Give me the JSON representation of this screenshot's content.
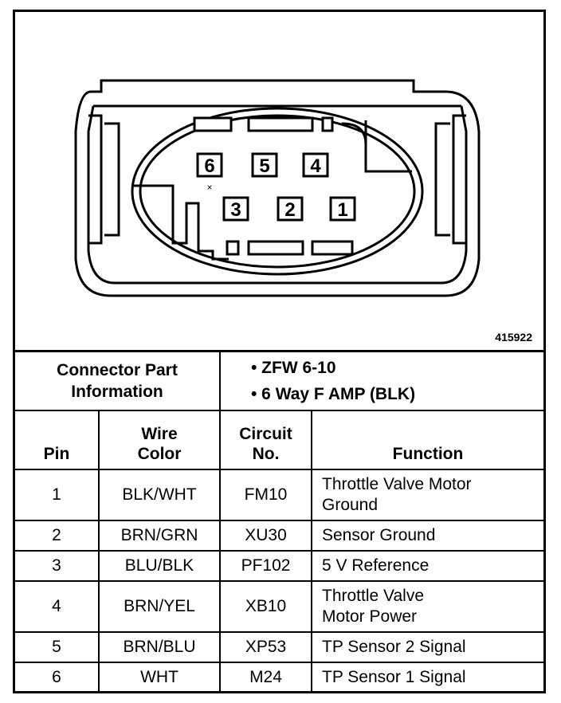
{
  "figure_id": "415922",
  "pins_diagram": [
    "6",
    "5",
    "4",
    "3",
    "2",
    "1"
  ],
  "connector_info": {
    "label_line1": "Connector Part",
    "label_line2": "Information",
    "items": [
      "• ZFW 6-10",
      "• 6 Way F AMP (BLK)"
    ]
  },
  "headers": {
    "pin": "Pin",
    "wire_color_1": "Wire",
    "wire_color_2": "Color",
    "circuit_1": "Circuit",
    "circuit_2": "No.",
    "function": "Function"
  },
  "rows": [
    {
      "pin": "1",
      "wire": "BLK/WHT",
      "circuit": "FM10",
      "function_1": "Throttle Valve Motor",
      "function_2": "Ground"
    },
    {
      "pin": "2",
      "wire": "BRN/GRN",
      "circuit": "XU30",
      "function_1": "Sensor Ground",
      "function_2": ""
    },
    {
      "pin": "3",
      "wire": "BLU/BLK",
      "circuit": "PF102",
      "function_1": "5 V Reference",
      "function_2": ""
    },
    {
      "pin": "4",
      "wire": "BRN/YEL",
      "circuit": "XB10",
      "function_1": "Throttle Valve",
      "function_2": "Motor Power"
    },
    {
      "pin": "5",
      "wire": "BRN/BLU",
      "circuit": "XP53",
      "function_1": "TP Sensor 2 Signal",
      "function_2": ""
    },
    {
      "pin": "6",
      "wire": "WHT",
      "circuit": "M24",
      "function_1": "TP Sensor 1 Signal",
      "function_2": ""
    }
  ]
}
